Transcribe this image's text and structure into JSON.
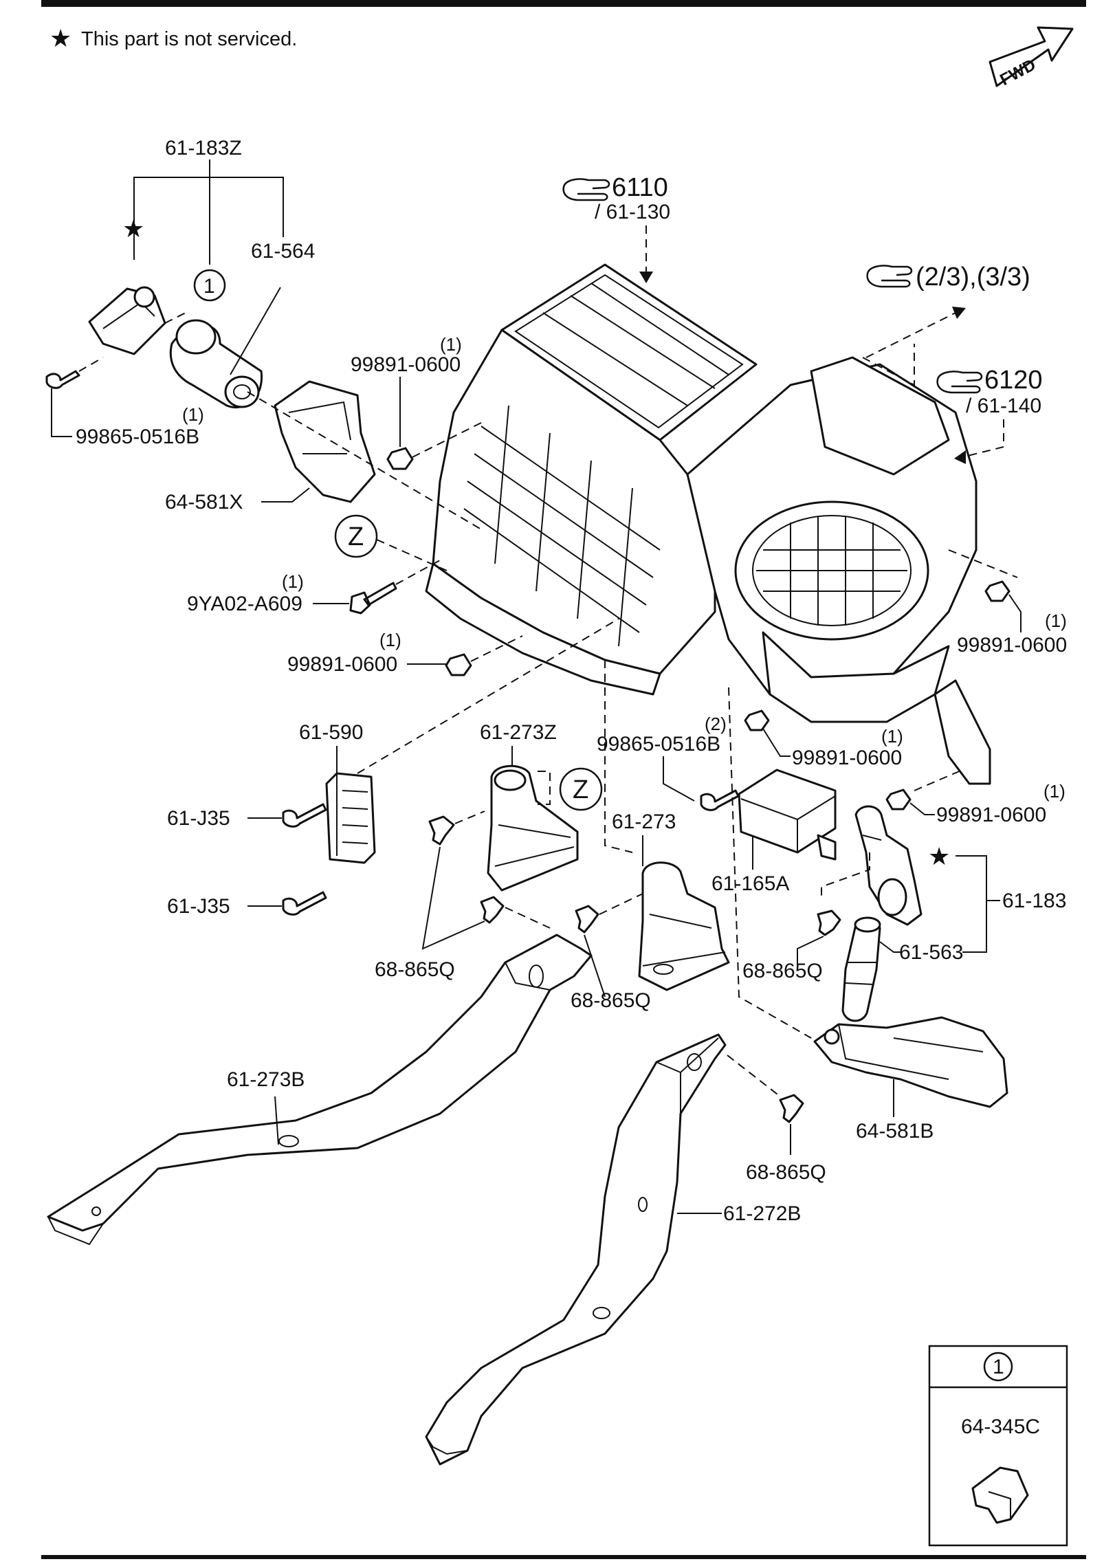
{
  "note": {
    "star": "★",
    "text": "This part is not serviced."
  },
  "badges": {
    "fwd": "FWD",
    "circle_one": "1",
    "z": "Z"
  },
  "refs": {
    "r6110": {
      "code": "6110",
      "sub": "/ 61-130"
    },
    "r6120": {
      "code": "6120",
      "sub": "/ 61-140"
    },
    "pages": "(2/3),(3/3)"
  },
  "parts": {
    "p61_183Z": "61-183Z",
    "p61_564": "61-564",
    "p99865_0516B_a": "99865-0516B",
    "p99891_0600_a": "99891-0600",
    "p64_581X": "64-581X",
    "p9YA02_A609": "9YA02-A609",
    "p99891_0600_b": "99891-0600",
    "p99891_0600_c": "99891-0600",
    "p99891_0600_d": "99891-0600",
    "p99891_0600_e": "99891-0600",
    "p61_590": "61-590",
    "p61_J35_a": "61-J35",
    "p61_J35_b": "61-J35",
    "p61_273Z": "61-273Z",
    "p99865_0516B_b": "99865-0516B",
    "p61_273": "61-273",
    "p61_165A": "61-165A",
    "p61_183": "61-183",
    "p61_563": "61-563",
    "p68_865Q_a": "68-865Q",
    "p68_865Q_b": "68-865Q",
    "p68_865Q_c": "68-865Q",
    "p68_865Q_d": "68-865Q",
    "p61_273B": "61-273B",
    "p64_581B": "64-581B",
    "p61_272B": "61-272B"
  },
  "quantities": {
    "q1": "(1)",
    "q2": "(2)"
  },
  "inset": {
    "circle": "1",
    "part": "64-345C"
  }
}
